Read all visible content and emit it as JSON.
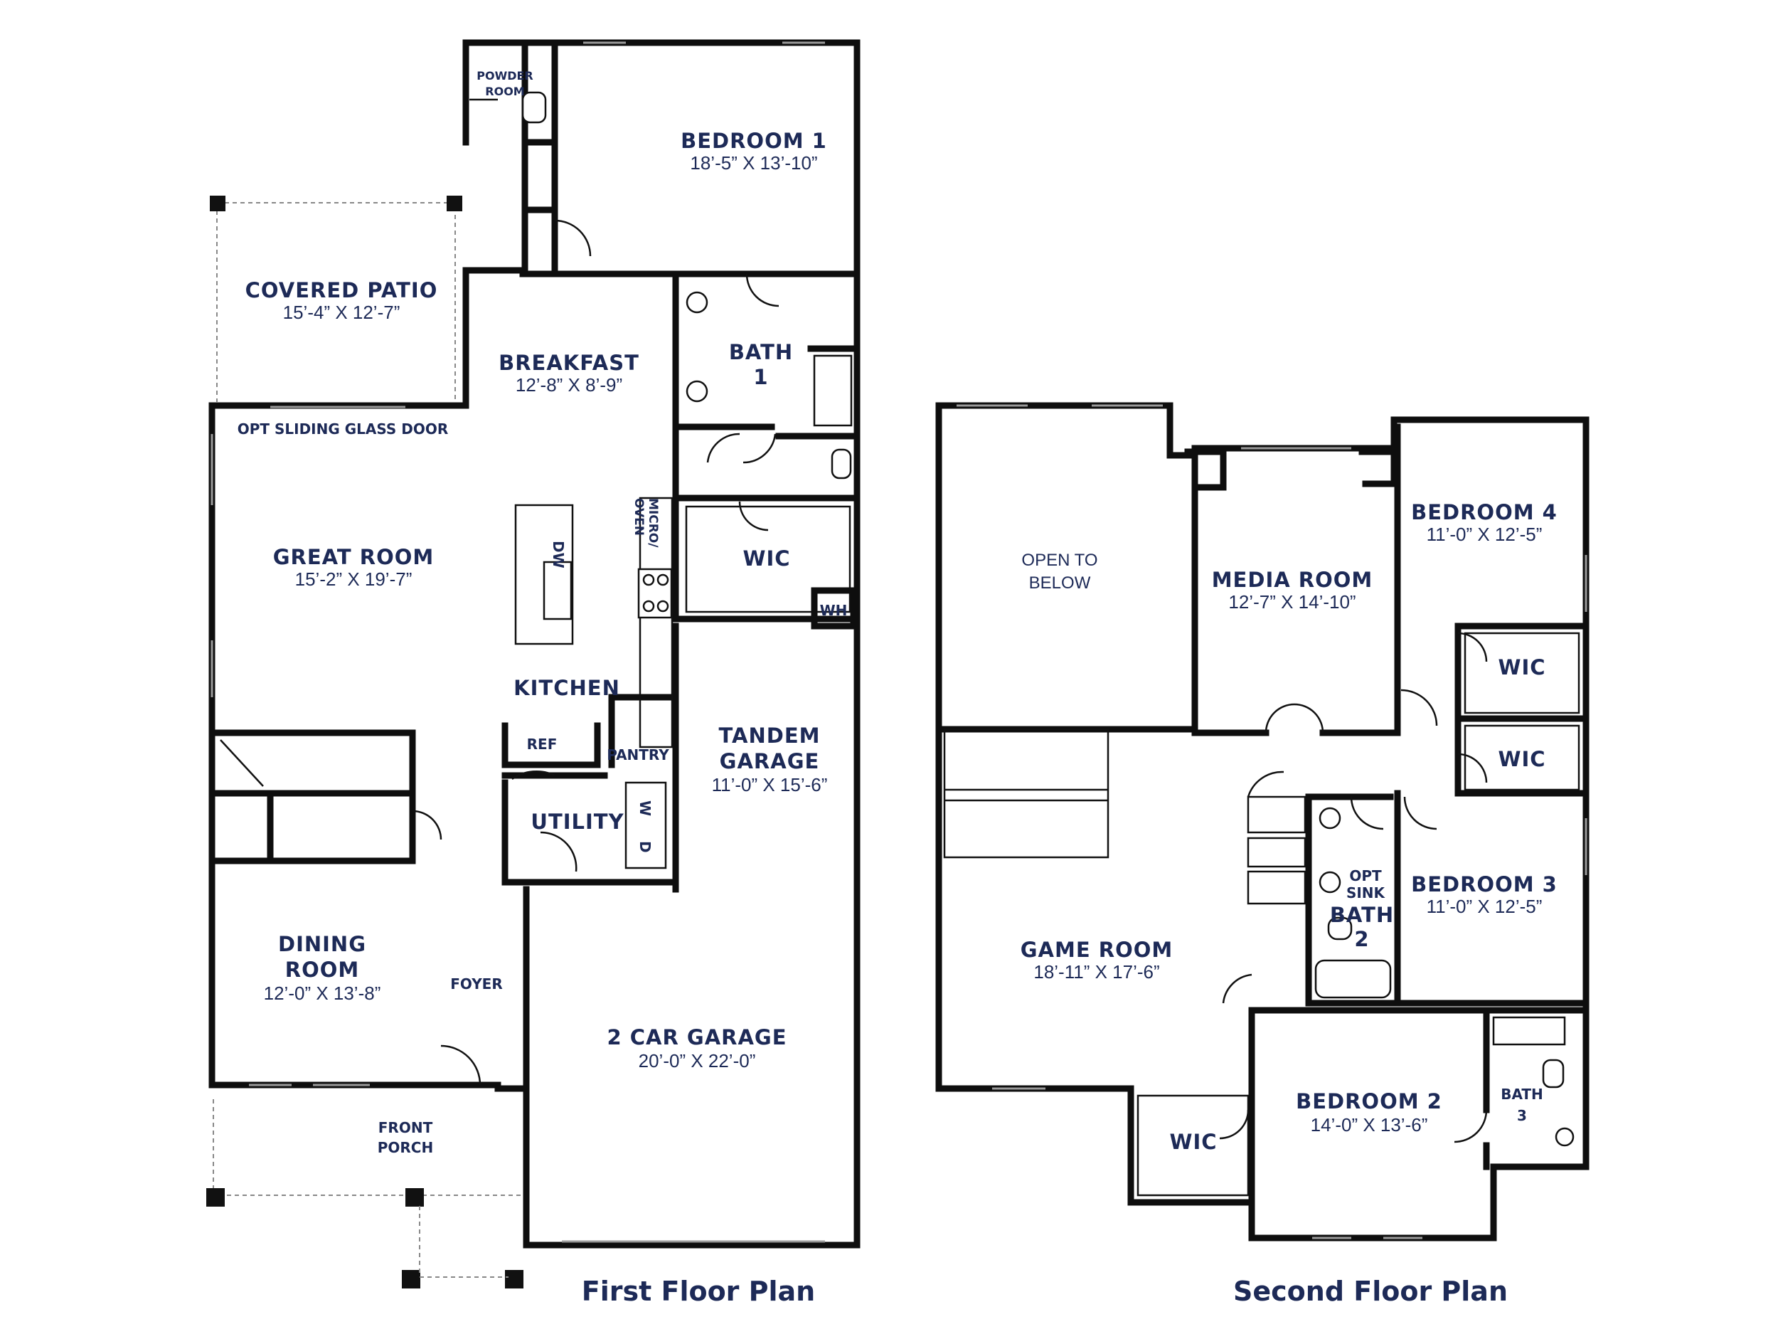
{
  "first_floor": {
    "title": "First Floor Plan",
    "rooms": {
      "bedroom1": {
        "name": "BEDROOM 1",
        "dims": "18’-5” X 13’-10”"
      },
      "powder_l1": "POWDER",
      "powder_l2": "ROOM",
      "covered_patio": {
        "name": "COVERED PATIO",
        "dims": "15’-4” X 12’-7”"
      },
      "breakfast": {
        "name": "BREAKFAST",
        "dims": "12’-8” X 8’-9”"
      },
      "bath1_l1": "BATH",
      "bath1_l2": "1",
      "opt_sliding": "OPT SLIDING GLASS DOOR",
      "great_room": {
        "name": "GREAT ROOM",
        "dims": "15’-2” X 19’-7”"
      },
      "micro_l1": "MICRO/",
      "micro_l2": "OVEN",
      "wic": "WIC",
      "wh": "WH",
      "dw": "DW",
      "kitchen": "KITCHEN",
      "tandem_l1": "TANDEM",
      "tandem_l2": "GARAGE",
      "tandem_dims": "11’-0” X 15’-6”",
      "ref": "REF",
      "pantry": "PANTRY",
      "utility": "UTILITY",
      "w": "W",
      "d": "D",
      "dining_l1": "DINING",
      "dining_l2": "ROOM",
      "dining_dims": "12’-0” X 13’-8”",
      "foyer": "FOYER",
      "garage2": {
        "name": "2 CAR GARAGE",
        "dims": "20’-0” X 22’-0”"
      },
      "porch_l1": "FRONT",
      "porch_l2": "PORCH"
    }
  },
  "second_floor": {
    "title": "Second Floor Plan",
    "rooms": {
      "open_l1": "OPEN TO",
      "open_l2": "BELOW",
      "media": {
        "name": "MEDIA ROOM",
        "dims": "12’-7” X 14’-10”"
      },
      "bedroom4": {
        "name": "BEDROOM 4",
        "dims": "11’-0” X 12’-5”"
      },
      "wic_a": "WIC",
      "wic_b": "WIC",
      "opt_sink_l1": "OPT",
      "opt_sink_l2": "SINK",
      "bath2_l1": "BATH",
      "bath2_l2": "2",
      "bedroom3": {
        "name": "BEDROOM 3",
        "dims": "11’-0” X 12’-5”"
      },
      "game": {
        "name": "GAME ROOM",
        "dims": "18’-11” X 17’-6”"
      },
      "bedroom2": {
        "name": "BEDROOM 2",
        "dims": "14’-0” X 13’-6”"
      },
      "wic_c": "WIC",
      "bath3_l1": "BATH",
      "bath3_l2": "3"
    }
  }
}
